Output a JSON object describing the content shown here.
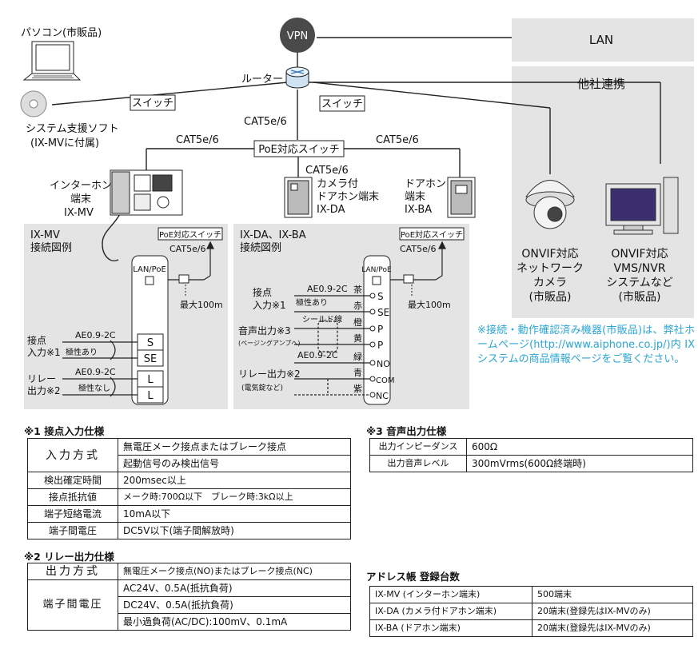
{
  "diagram": {
    "lan": "LAN",
    "vpn": "VPN",
    "other_company": "他社連携",
    "pc": "パソコン(市販品)",
    "software": [
      "システム支援ソフト",
      "(IX-MVに付属)"
    ],
    "router": "ルーター",
    "switch_left": "スイッチ",
    "switch_right": "スイッチ",
    "cable": "CAT5e/6",
    "poe_switch": "PoE対応スイッチ",
    "intercom": [
      "インターホン",
      "端末",
      "IX-MV"
    ],
    "camera_door": [
      "カメラ付",
      "ドアホン端末",
      "IX-DA"
    ],
    "door": [
      "ドアホン",
      "端末",
      "IX-BA"
    ],
    "onvif_camera": [
      "ONVIF対応",
      "ネットワーク",
      "カメラ",
      "(市販品)"
    ],
    "onvif_vms": [
      "ONVIF対応",
      "VMS/NVR",
      "システムなど",
      "(市販品)"
    ],
    "mv_panel": {
      "title": [
        "IX-MV",
        "接続図例"
      ],
      "poe": "PoE対応スイッチ",
      "cable": "CAT5e/6",
      "lan": "LAN/PoE",
      "max": "最大100m",
      "ae_top": "AE0.9-2C",
      "contact": [
        "接点",
        "入力※1"
      ],
      "polarity": "極性あり",
      "ae_bottom": "AE0.9-2C",
      "relay": [
        "リレー",
        "出力※2"
      ],
      "no_polarity": "極性なし",
      "terminals": [
        "S",
        "SE",
        "L",
        "L"
      ]
    },
    "da_panel": {
      "title": [
        "IX-DA、IX-BA",
        "接続図例"
      ],
      "poe": "PoE対応スイッチ",
      "cable": "CAT5e/6",
      "lan": "LAN/PoE",
      "max": "最大100m",
      "ae_top": "AE0.9-2C",
      "contact": [
        "接点",
        "入力※1"
      ],
      "polarity": "極性あり",
      "shield": "シールド線",
      "audio": [
        "音声出力※3",
        "(ページングアンプへ)"
      ],
      "ae_bottom": "AE0.9-2C",
      "relay": [
        "リレー出力※2",
        "(電気錠など)"
      ],
      "wire_colors": [
        "茶",
        "赤",
        "橙",
        "黄",
        "緑",
        "青",
        "紫"
      ],
      "terminals": [
        "S",
        "SE",
        "P",
        "P",
        "NO",
        "COM",
        "NC"
      ]
    }
  },
  "note": "※接続・動作確認済み機器(市販品)は、弊社ホームページ(http://www.aiphone.co.jp/)内 IXシステムの商品情報ページをご覧ください。",
  "spec1": {
    "title": "※1 接点入力仕様",
    "input_method": "入力方式",
    "input_vals": [
      "無電圧メーク接点またはブレーク接点",
      "起動信号のみ検出信号"
    ],
    "rows": [
      [
        "検出確定時間",
        "200msec以上"
      ],
      [
        "接点抵抗値",
        "メーク時:700Ω以下　ブレーク時:3kΩ以上"
      ],
      [
        "端子短絡電流",
        "10mA以下"
      ],
      [
        "端子間電圧",
        "DC5V以下(端子間解放時)"
      ]
    ]
  },
  "spec2": {
    "title": "※2 リレー出力仕様",
    "output_method": "出力方式",
    "output_val": "無電圧メーク接点(NO)またはブレーク接点(NC)",
    "voltage": "端子間電圧",
    "voltage_vals": [
      "AC24V、0.5A(抵抗負荷)",
      "DC24V、0.5A(抵抗負荷)",
      "最小過負荷(AC/DC):100mV、0.1mA"
    ]
  },
  "spec3": {
    "title": "※3 音声出力仕様",
    "rows": [
      [
        "出力インピーダンス",
        "600Ω"
      ],
      [
        "出力音声レベル",
        "300mVrms(600Ω終端時)"
      ]
    ]
  },
  "address": {
    "title": "アドレス帳 登録台数",
    "rows": [
      [
        "IX-MV (インターホン端末)",
        "500端末"
      ],
      [
        "IX-DA (カメラ付ドアホン端末)",
        "20端末(登録先はIX-MVのみ)"
      ],
      [
        "IX-BA (ドアホン端末)",
        "20端末(登録先はIX-MVのみ)"
      ]
    ]
  },
  "colors": {
    "panel_gray": "#e4e4e4",
    "note_blue": "#2aa6d6",
    "vpn": "#4a4a4a"
  }
}
